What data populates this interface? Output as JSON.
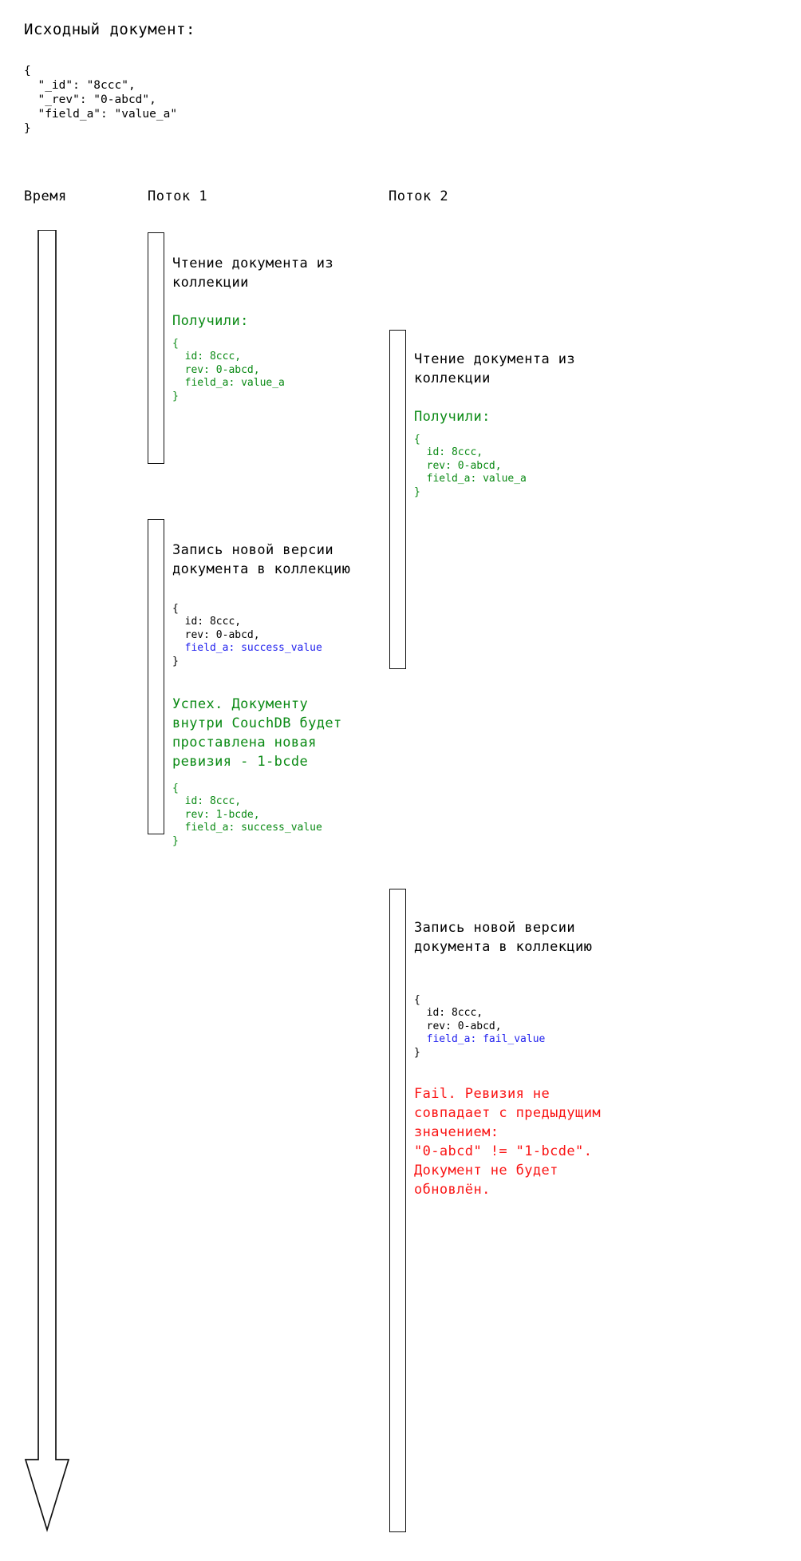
{
  "source": {
    "title": "Исходный документ:",
    "json": "{\n  \"_id\": \"8ccc\",\n  \"_rev\": \"0-abcd\",\n  \"field_a\": \"value_a\"\n}"
  },
  "columns": {
    "time": "Время",
    "flow1": "Поток 1",
    "flow2": "Поток 2"
  },
  "colors": {
    "success": "#0a8a14",
    "fail": "#fa1414",
    "changed_field": "#2222ee",
    "line": "#111111"
  },
  "flow1": {
    "step1": {
      "title": "Чтение документа из\nколлекции",
      "note": "Получили:",
      "code_head": "{",
      "code_id": "  id: 8ccc,",
      "code_rev": "  rev: 0-abcd,",
      "code_field": "  field_a: value_a",
      "code_tail": "}"
    },
    "step2": {
      "title": "Запись новой версии\nдокумента в коллекцию",
      "code_head": "{",
      "code_id": "  id: 8ccc,",
      "code_rev": "  rev: 0-abcd,",
      "code_field": "  field_a: success_value",
      "code_tail": "}",
      "note": "Успех. Документу\nвнутри CouchDB будет\nпроставлена новая\nревизия - 1-bcde",
      "result_head": "{",
      "result_id": "  id: 8ccc,",
      "result_rev": "  rev: 1-bcde,",
      "result_field": "  field_a: success_value",
      "result_tail": "}"
    }
  },
  "flow2": {
    "step1": {
      "title": "Чтение документа из\nколлекции",
      "note": "Получили:",
      "code_head": "{",
      "code_id": "  id: 8ccc,",
      "code_rev": "  rev: 0-abcd,",
      "code_field": "  field_a: value_a",
      "code_tail": "}"
    },
    "step2": {
      "title": "Запись новой версии\nдокумента в коллекцию",
      "code_head": "{",
      "code_id": "  id: 8ccc,",
      "code_rev": "  rev: 0-abcd,",
      "code_field": "  field_a: fail_value",
      "code_tail": "}",
      "note": "Fail. Ревизия не\nсовпадает с предыдущим\nзначением:\n\"0-abcd\" != \"1-bcde\".\nДокумент не будет\nобновлён."
    }
  }
}
